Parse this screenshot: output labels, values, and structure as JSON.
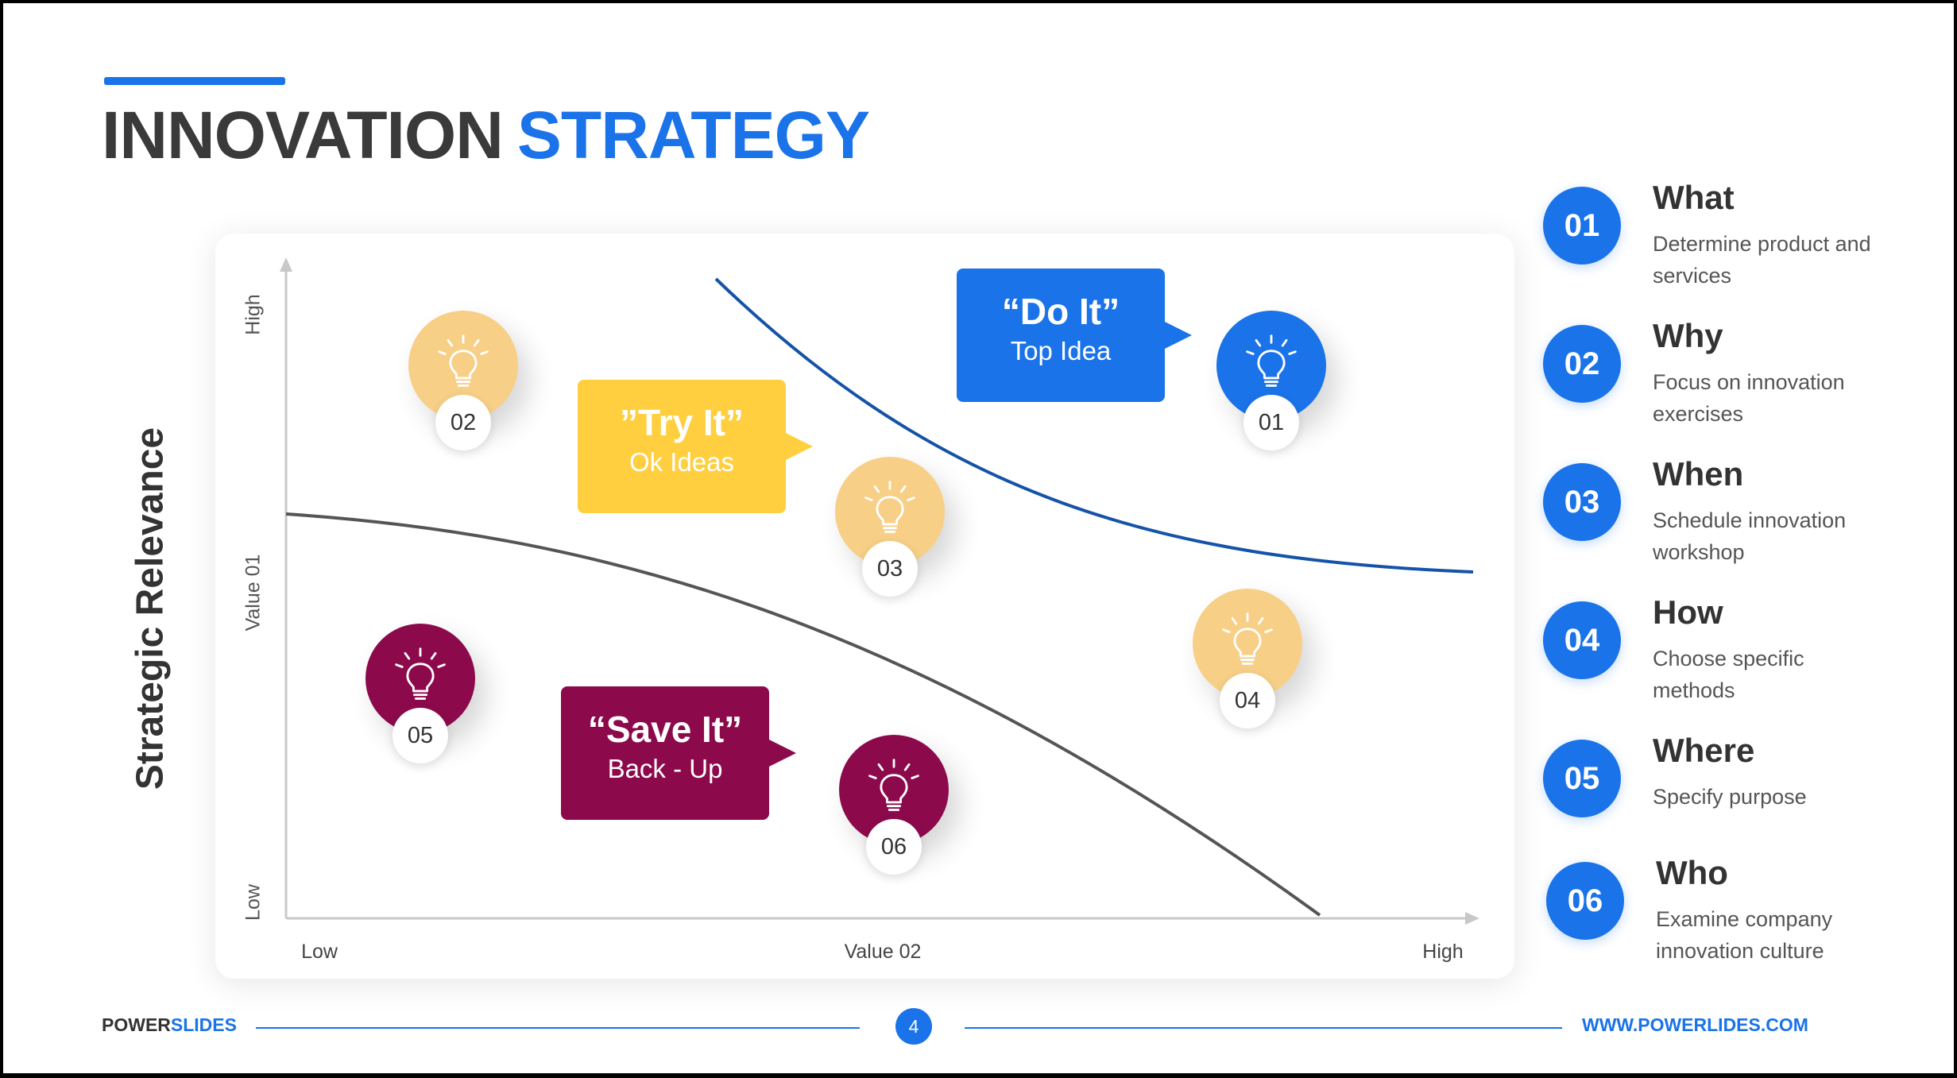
{
  "title": {
    "part1": "INNOVATION",
    "part2": "STRATEGY"
  },
  "axes": {
    "y_label": "Strategic Relevance",
    "y_high": "High",
    "y_mid": "Value 01",
    "y_low": "Low",
    "x_low": "Low",
    "x_mid": "Value 02",
    "x_high": "High"
  },
  "callouts": {
    "do_it": {
      "quote": "“Do It”",
      "sub": "Top Idea",
      "color": "#1a73e8"
    },
    "try_it": {
      "quote": "”Try It”",
      "sub": "Ok Ideas",
      "color": "#ffcf3f"
    },
    "save_it": {
      "quote": "“Save It”",
      "sub": "Back - Up",
      "color": "#8c0a4b"
    }
  },
  "bulbs": [
    {
      "num": "01",
      "color": "#1a73e8",
      "icon": "lightbulb-icon"
    },
    {
      "num": "02",
      "color": "#f7cf86",
      "icon": "lightbulb-icon"
    },
    {
      "num": "03",
      "color": "#f7cf86",
      "icon": "lightbulb-icon"
    },
    {
      "num": "04",
      "color": "#f7cf86",
      "icon": "lightbulb-icon"
    },
    {
      "num": "05",
      "color": "#8c0a4b",
      "icon": "lightbulb-icon"
    },
    {
      "num": "06",
      "color": "#8c0a4b",
      "icon": "lightbulb-icon"
    }
  ],
  "legend": [
    {
      "num": "01",
      "heading": "What",
      "desc": "Determine product and services"
    },
    {
      "num": "02",
      "heading": "Why",
      "desc": "Focus on innovation exercises"
    },
    {
      "num": "03",
      "heading": "When",
      "desc": "Schedule innovation workshop"
    },
    {
      "num": "04",
      "heading": "How",
      "desc": "Choose specific methods"
    },
    {
      "num": "05",
      "heading": "Where",
      "desc": "Specify purpose"
    },
    {
      "num": "06",
      "heading": "Who",
      "desc": "Examine company innovation culture"
    }
  ],
  "footer": {
    "brand1": "POWER",
    "brand2": "SLIDES",
    "page": "4",
    "url": "WWW.POWERLIDES.COM"
  },
  "colors": {
    "accent": "#1a73e8",
    "yellow": "#ffcf3f",
    "light_yellow": "#f7cf86",
    "maroon": "#8c0a4b"
  }
}
